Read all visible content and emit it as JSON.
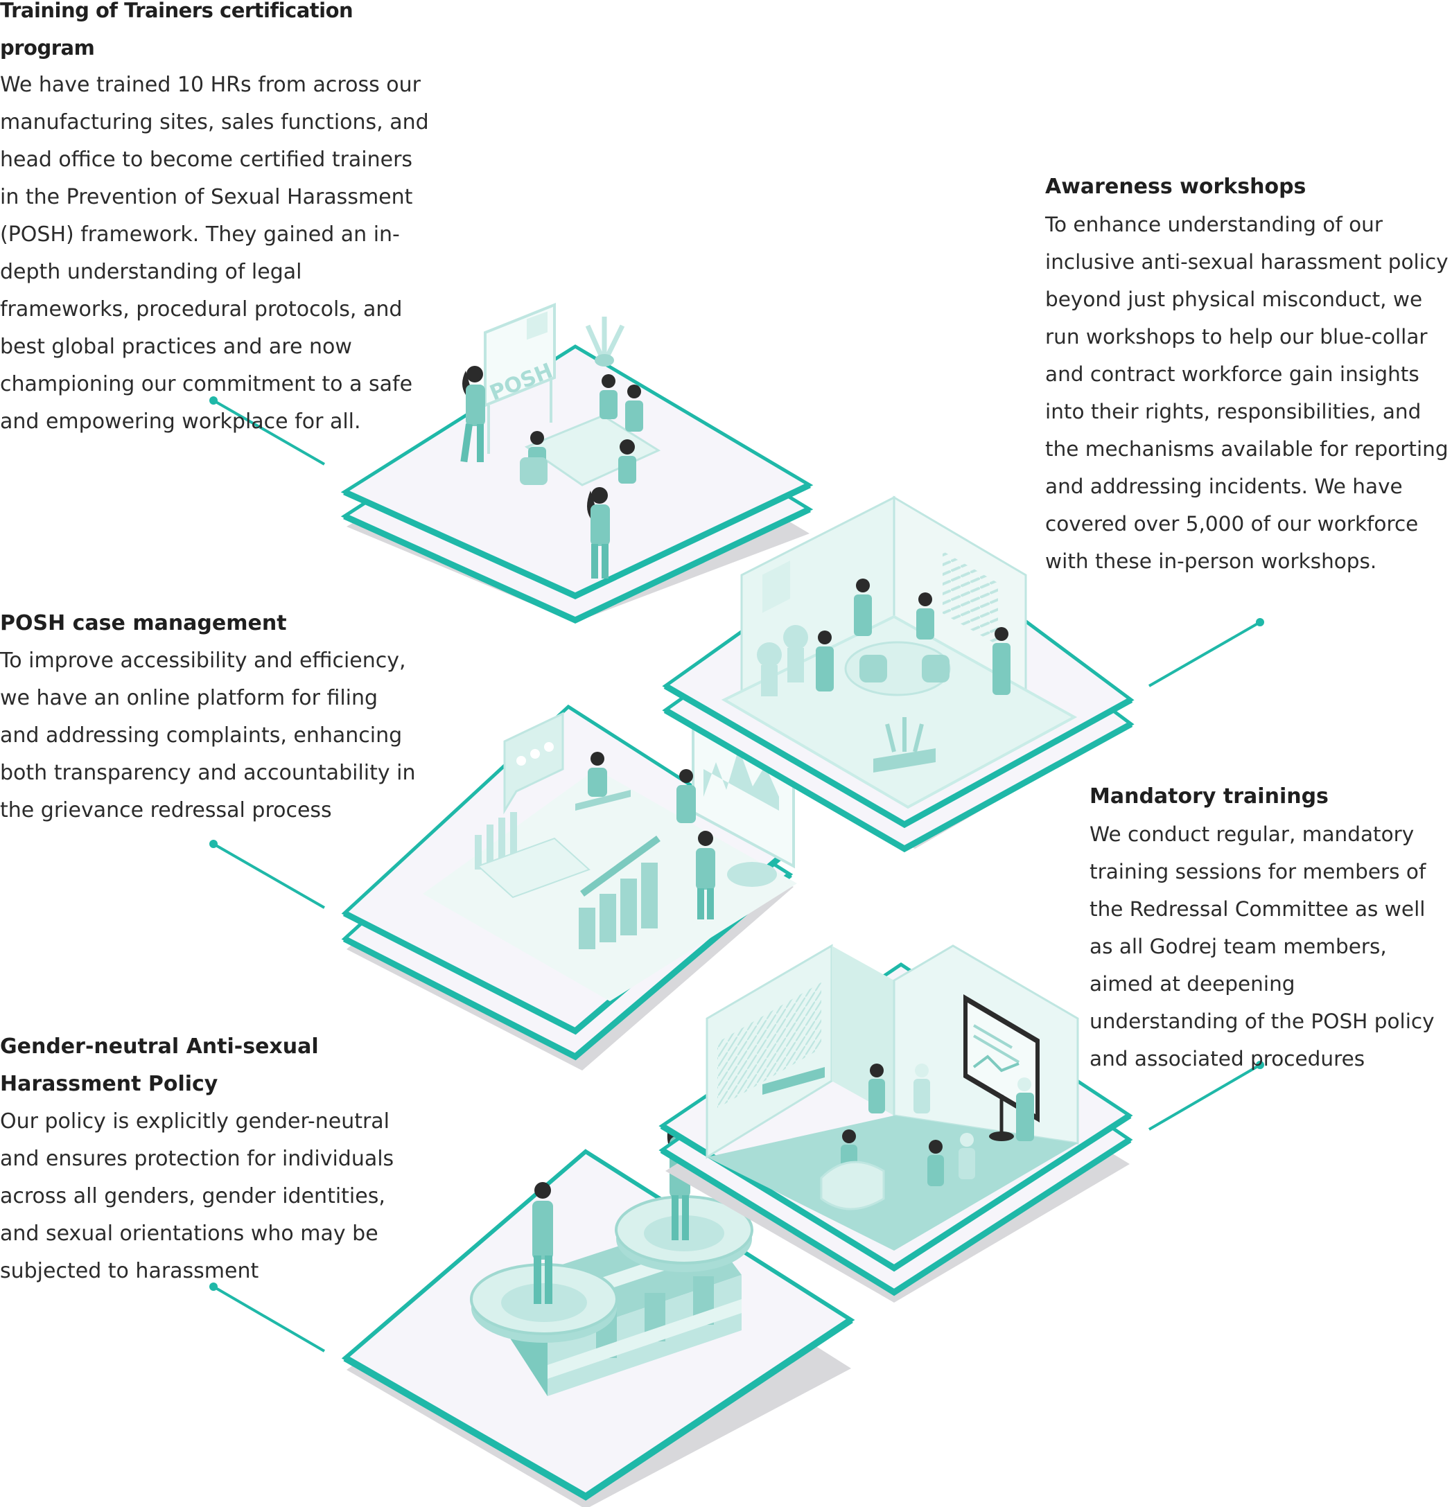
{
  "sections": [
    {
      "title": "Training of Trainers certification program",
      "body": "We have trained 10 HRs from across our manufacturing sites, sales functions, and head office to become certified trainers in the Prevention of Sexual Harassment (POSH) framework. They gained an in-depth understanding of legal frameworks, procedural protocols, and best global practices and are now championing our commitment to a safe and empowering workplace for all."
    },
    {
      "title": "Awareness workshops",
      "body": "To enhance understanding of our inclusive anti-sexual harassment policy beyond just physical misconduct, we run workshops to help our blue-collar and contract workforce gain insights into their rights, responsibilities, and the mechanisms available for reporting and addressing incidents. We have covered over 5,000 of our workforce with these in-person workshops."
    },
    {
      "title": "POSH case management",
      "body": "To improve accessibility and efficiency, we have an online platform for filing and addressing complaints, enhancing both transparency and accountability in the grievance redressal process"
    },
    {
      "title": "Mandatory trainings",
      "body": "We conduct regular, mandatory training sessions for members of the Redressal Committee as well as all Godrej team members, aimed at deepening understanding of the POSH policy and associated procedures"
    },
    {
      "title": "Gender-neutral Anti-sexual Harassment Policy",
      "body": "Our policy is explicitly gender-neutral and ensures protection for individuals across all genders, gender identities, and sexual orientations who may be subjected to harassment"
    }
  ],
  "illustration": {
    "board_label": "POSH",
    "colors": {
      "teal": "#1fb8a8",
      "teal_light": "#c9ece7",
      "platform": "#f6f5fa",
      "shadow": "#d6d6d9",
      "text": "#262626"
    }
  }
}
